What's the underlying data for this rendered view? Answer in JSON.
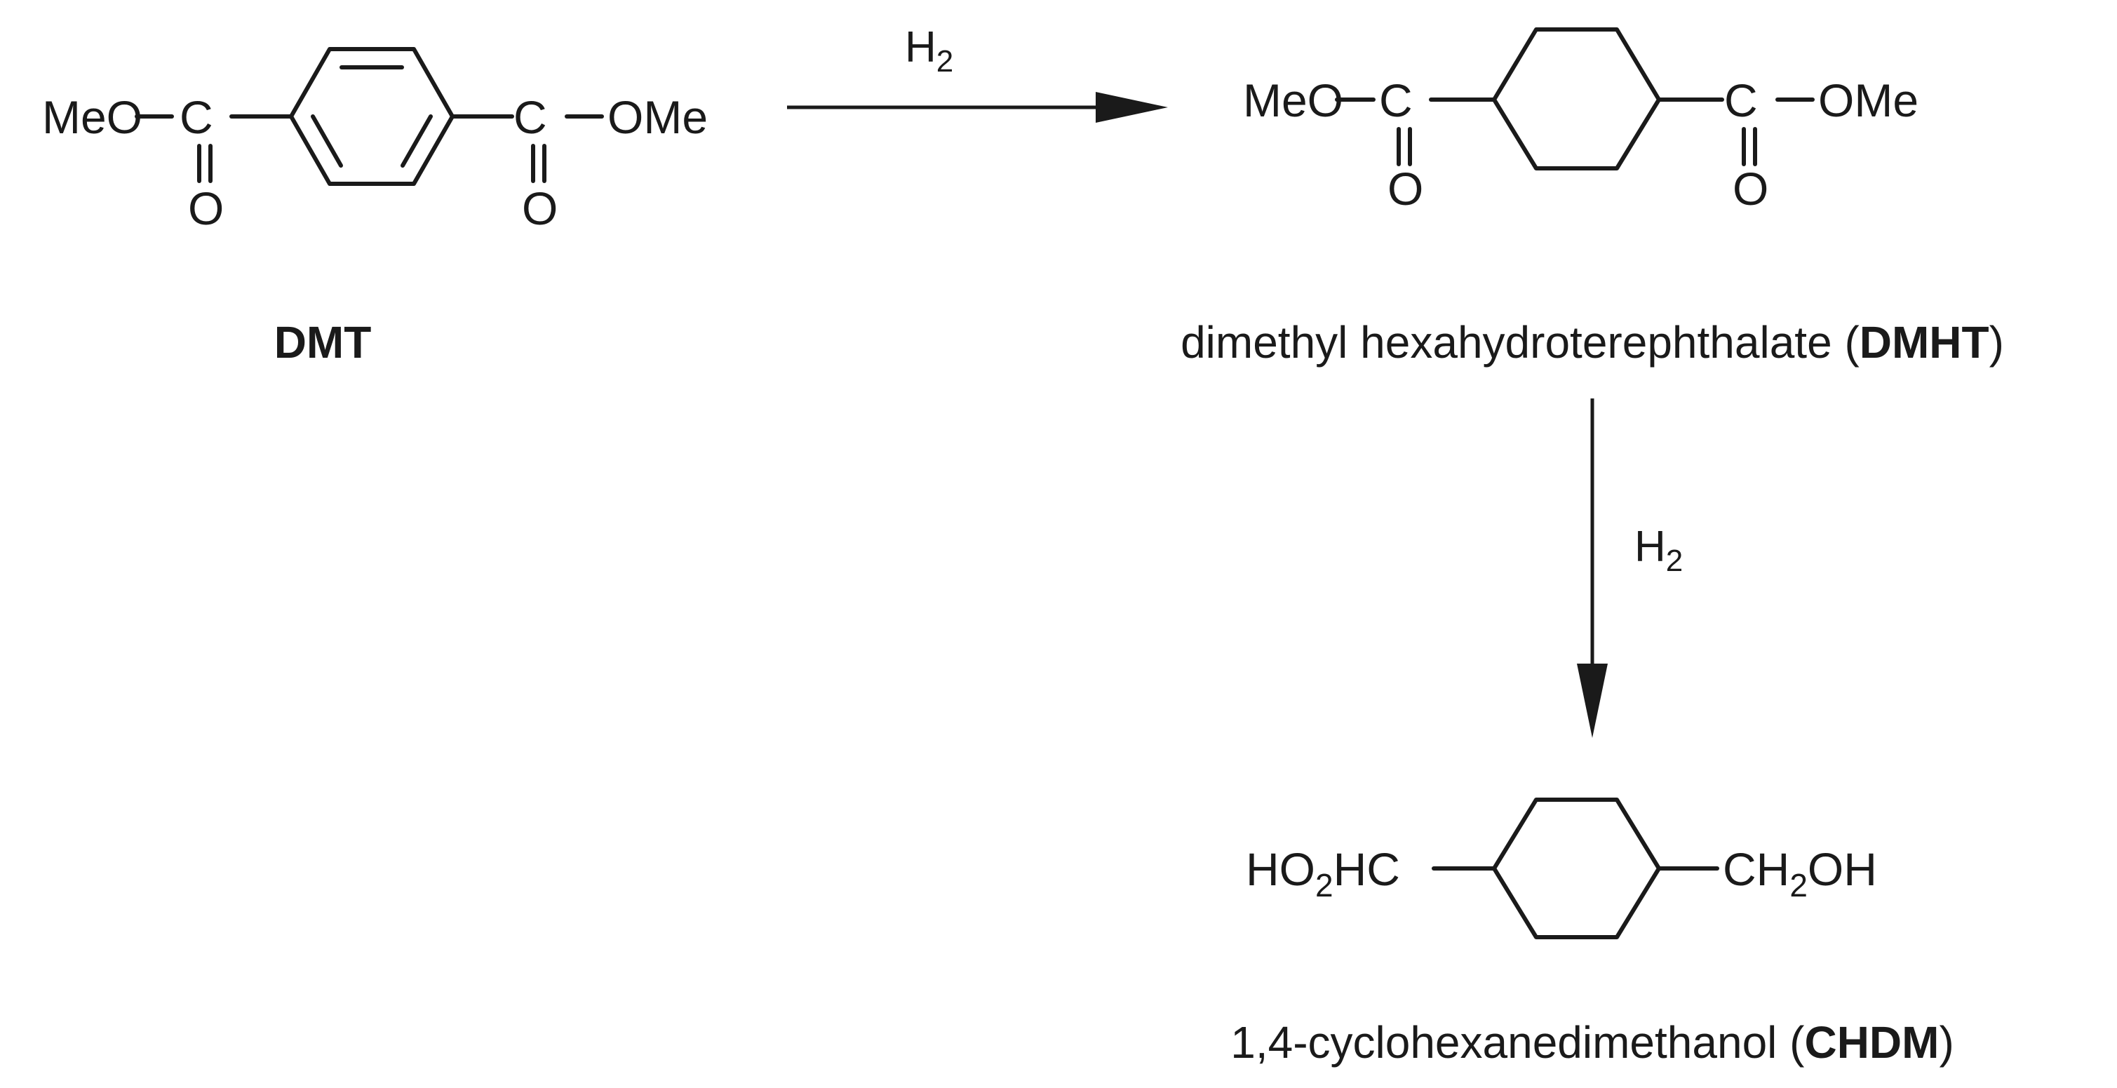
{
  "reagents": {
    "step1": "H",
    "step1_sub": "2",
    "step2": "H",
    "step2_sub": "2"
  },
  "compounds": {
    "dmt": {
      "left_group": "MeO",
      "right_group": "OMe",
      "carbon": "C",
      "oxygen": "O",
      "caption_bold": "DMT"
    },
    "dmht": {
      "left_group": "MeO",
      "right_group": "OMe",
      "carbon": "C",
      "oxygen": "O",
      "caption_pre": "dimethyl hexahydroterephthalate (",
      "caption_bold": "DMHT",
      "caption_post": ")"
    },
    "chdm": {
      "left_main": "HO",
      "left_sub": "2",
      "left_tail": "HC",
      "right_main": "CH",
      "right_sub": "2",
      "right_tail": "OH",
      "caption_pre": "1,4-cyclohexanedimethanol (",
      "caption_bold": "CHDM",
      "caption_post": ")"
    }
  }
}
